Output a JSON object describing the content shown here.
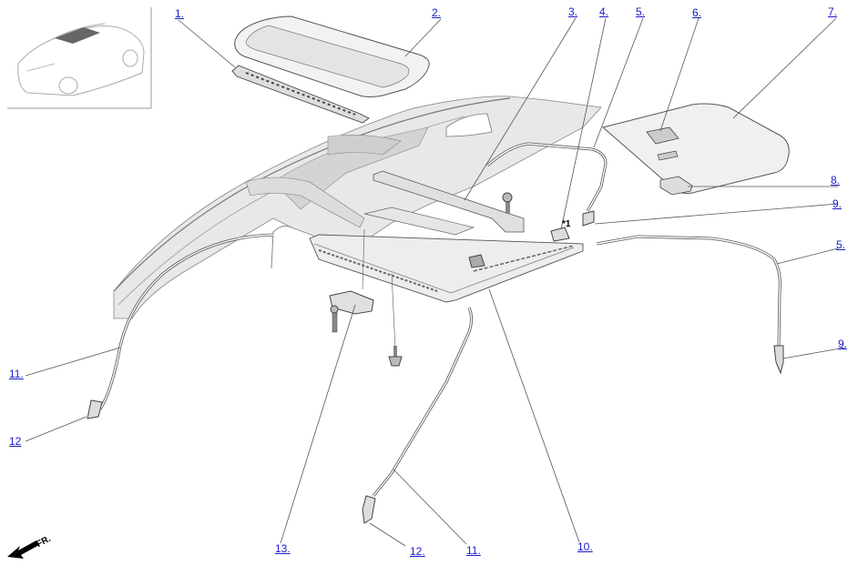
{
  "callouts": {
    "c1": "1.",
    "c2": "2.",
    "c3": "3.",
    "c4": "4.",
    "c5a": "5.",
    "c6": "6.",
    "c7": "7.",
    "c8": "8.",
    "c9a": "9.",
    "c5b": "5.",
    "c9b": "9.",
    "c11a": "11.",
    "c12a": "12",
    "c13": "13.",
    "c12b": "12.",
    "c11b": "11.",
    "c10": "10."
  },
  "note_star": "*1",
  "front_label": "FR.",
  "colors": {
    "callout": "#1a1acc",
    "line": "#555555",
    "body_fill": "#e6e6e6"
  }
}
